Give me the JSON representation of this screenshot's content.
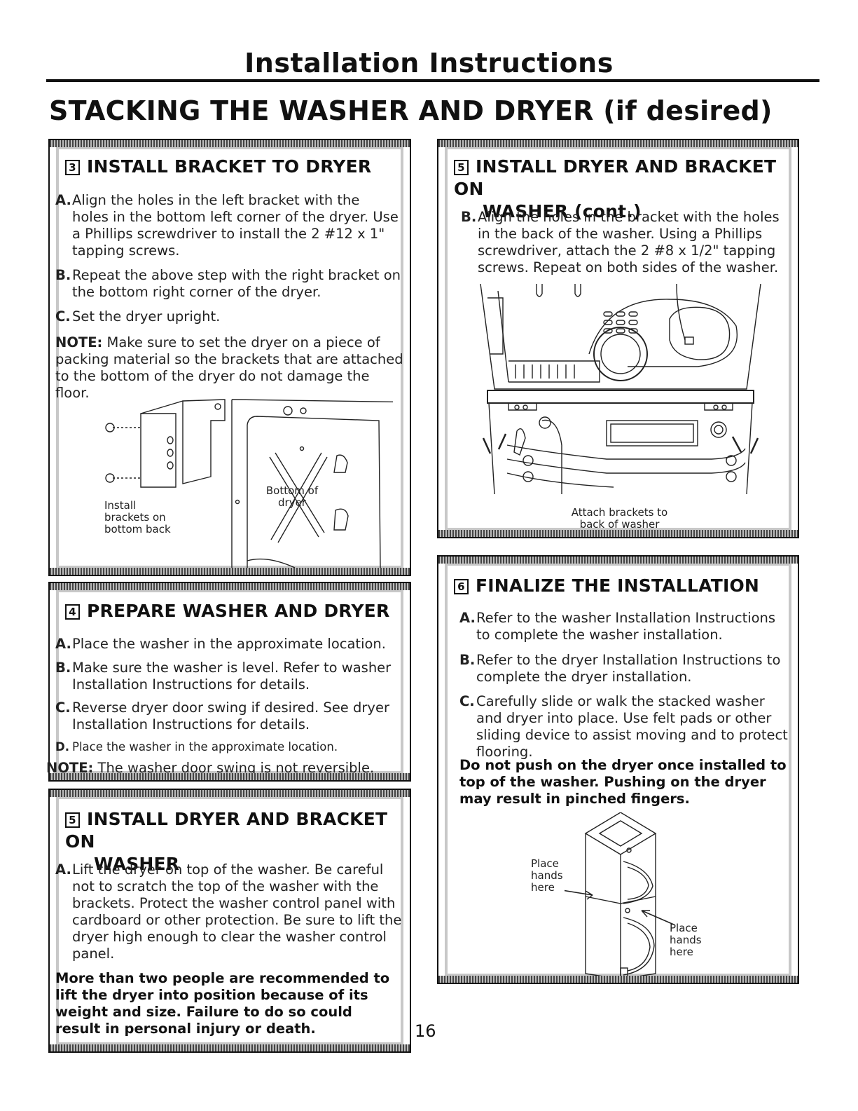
{
  "header": {
    "title": "Installation Instructions"
  },
  "main_title": "STACKING THE WASHER AND DRYER (if desired)",
  "step3": {
    "number": "3",
    "title": "INSTALL BRACKET TO DRYER",
    "items": [
      {
        "label": "A.",
        "text": "Align the holes in the left bracket with the holes in the bottom left corner of the dryer. Use a Phillips screwdriver to install the 2 #12 x 1\" tapping screws."
      },
      {
        "label": "B.",
        "text": "Repeat the above step with the right bracket on the bottom right corner of the dryer."
      },
      {
        "label": "C.",
        "text": "Set the dryer upright."
      }
    ],
    "note_label": "NOTE:",
    "note_text": "Make sure to set the dryer on a piece of packing material so the brackets that are attached to the bottom of the dryer do not damage the floor.",
    "figure": {
      "label_left": "Install brackets on bottom back",
      "label_right": "Bottom of dryer"
    }
  },
  "step4": {
    "number": "4",
    "title": "PREPARE WASHER AND DRYER",
    "items": [
      {
        "label": "A.",
        "text": "Place the washer in the approximate location."
      },
      {
        "label": "B.",
        "text": "Make sure the washer is level. Refer to washer Installation Instructions for details."
      },
      {
        "label": "C.",
        "text": "Reverse dryer door swing if desired. See dryer Installation Instructions for details."
      },
      {
        "label": "D.",
        "text": "Place the washer in the approximate location."
      }
    ],
    "note_label": "NOTE:",
    "note_text": "The washer door swing is not reversible."
  },
  "step5": {
    "number": "5",
    "title_line1": "INSTALL DRYER AND BRACKET ON",
    "title_line2": "WASHER",
    "items": [
      {
        "label": "A.",
        "text": "Lift the dryer on top of the washer. Be careful not to scratch the top of the washer with the brackets. Protect the washer control panel with cardboard or other protection. Be sure to lift the dryer high enough to clear the washer control panel."
      }
    ],
    "warning": "More than two people are recommended to lift the dryer into position because of its weight and size. Failure to do so could result in personal injury or death."
  },
  "step5cont": {
    "number": "5",
    "title_line1": "INSTALL DRYER AND BRACKET ON",
    "title_line2": "WASHER (cont.)",
    "items": [
      {
        "label": "B.",
        "text": "Align the holes in the bracket with the holes in the back of the washer. Using a Phillips screwdriver, attach the 2 #8 x 1/2\" tapping screws. Repeat on both sides of the washer."
      }
    ],
    "figure": {
      "caption_line1": "Attach brackets to",
      "caption_line2": "back of washer"
    }
  },
  "step6": {
    "number": "6",
    "title": "FINALIZE THE INSTALLATION",
    "items": [
      {
        "label": "A.",
        "text": "Refer to the washer Installation Instructions to complete the washer installation."
      },
      {
        "label": "B.",
        "text": "Refer to the dryer Installation Instructions to complete the dryer installation."
      },
      {
        "label": "C.",
        "text": "Carefully slide or walk the stacked washer and dryer into place. Use felt pads or other sliding device to assist moving and to protect flooring."
      }
    ],
    "warning": "Do not push on the dryer once installed to top of the washer. Pushing on the dryer may result in pinched fingers.",
    "figure": {
      "label_top": "Place hands here",
      "label_bottom": "Place hands here"
    }
  },
  "page_number": "16"
}
